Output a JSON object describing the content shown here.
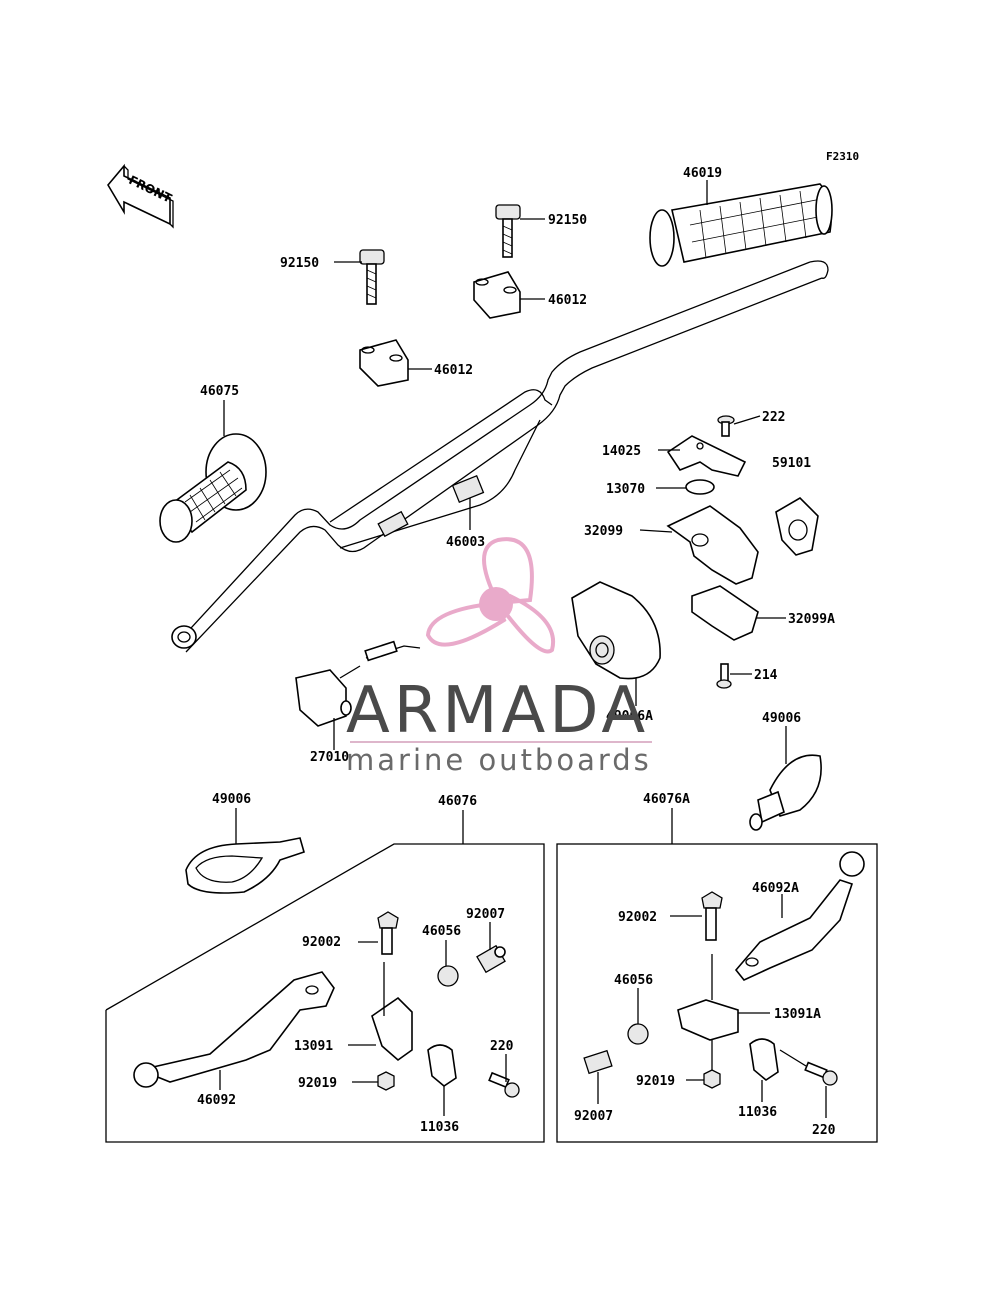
{
  "figure": {
    "code": "F2310",
    "front_arrow_text": "FRONT"
  },
  "labels": [
    {
      "id": "46019",
      "text": "46019"
    },
    {
      "id": "92150a",
      "text": "92150"
    },
    {
      "id": "92150b",
      "text": "92150"
    },
    {
      "id": "46012a",
      "text": "46012"
    },
    {
      "id": "46012b",
      "text": "46012"
    },
    {
      "id": "46075",
      "text": "46075"
    },
    {
      "id": "222",
      "text": "222"
    },
    {
      "id": "14025",
      "text": "14025"
    },
    {
      "id": "59101",
      "text": "59101"
    },
    {
      "id": "13070",
      "text": "13070"
    },
    {
      "id": "46003",
      "text": "46003"
    },
    {
      "id": "32099",
      "text": "32099"
    },
    {
      "id": "32099A",
      "text": "32099A"
    },
    {
      "id": "214",
      "text": "214"
    },
    {
      "id": "49006A",
      "text": "49006A"
    },
    {
      "id": "49006a",
      "text": "49006"
    },
    {
      "id": "27010",
      "text": "27010"
    },
    {
      "id": "49006b",
      "text": "49006"
    },
    {
      "id": "46076",
      "text": "46076"
    },
    {
      "id": "46076A",
      "text": "46076A"
    },
    {
      "id": "92007a",
      "text": "92007"
    },
    {
      "id": "92002a",
      "text": "92002"
    },
    {
      "id": "46056a",
      "text": "46056"
    },
    {
      "id": "13091",
      "text": "13091"
    },
    {
      "id": "220a",
      "text": "220"
    },
    {
      "id": "92019a",
      "text": "92019"
    },
    {
      "id": "46092",
      "text": "46092"
    },
    {
      "id": "11036a",
      "text": "11036"
    },
    {
      "id": "46092A",
      "text": "46092A"
    },
    {
      "id": "92002b",
      "text": "92002"
    },
    {
      "id": "46056b",
      "text": "46056"
    },
    {
      "id": "13091A",
      "text": "13091A"
    },
    {
      "id": "92019b",
      "text": "92019"
    },
    {
      "id": "92007b",
      "text": "92007"
    },
    {
      "id": "11036b",
      "text": "11036"
    },
    {
      "id": "220b",
      "text": "220"
    }
  ],
  "watermark": {
    "name": "ARMADA",
    "tagline": "marine outboards",
    "logo_color": "#e8a6c8",
    "text_color": "#4a4a4a"
  }
}
